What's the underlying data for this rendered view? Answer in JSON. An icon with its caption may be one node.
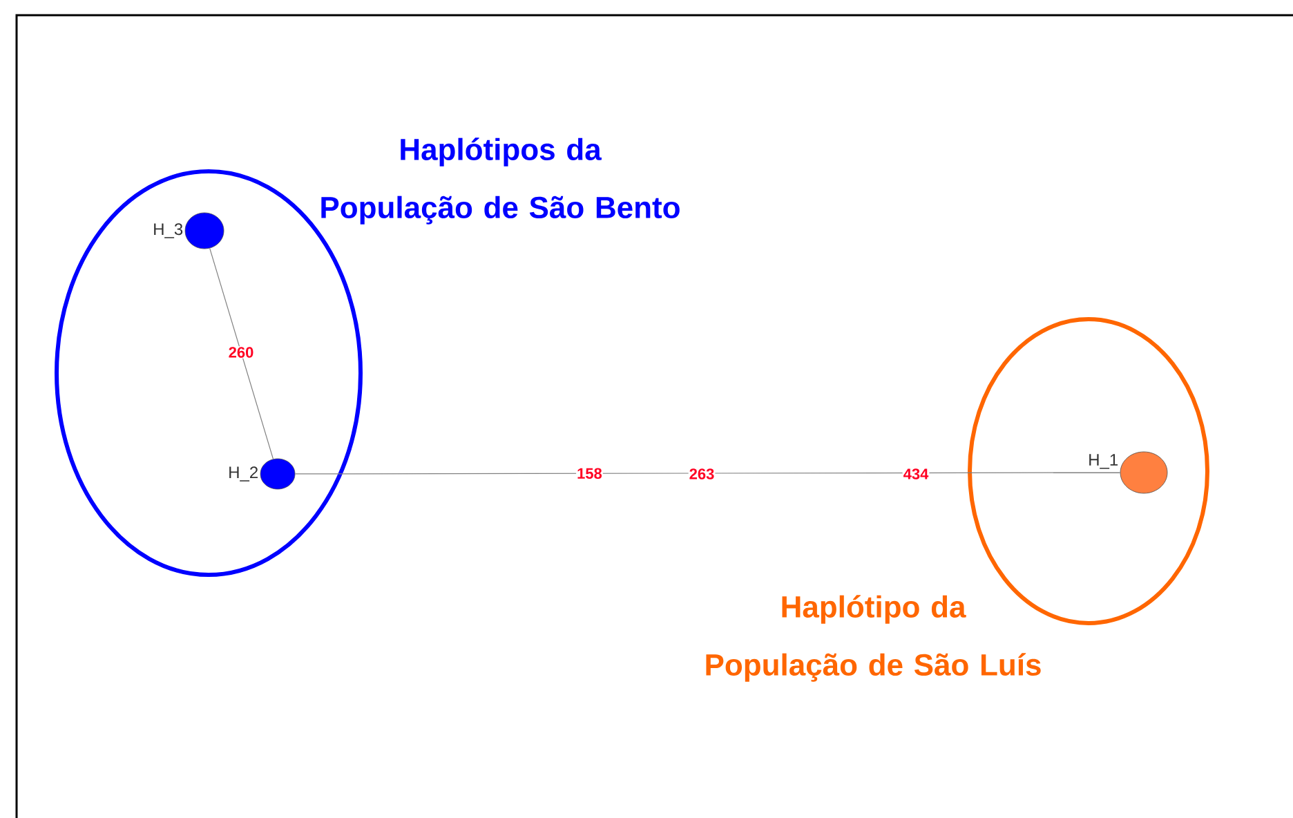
{
  "diagram": {
    "nodes": [
      {
        "text": [
          "Haplótipos da População de São Bento"
        ]
      },
      {
        "text": [
          "H_3"
        ],
        "in": 0
      },
      {
        "text": [
          "H_2"
        ],
        "in": 0
      },
      {
        "text": [
          "Haplótipo da População de São Luís"
        ]
      },
      {
        "text": [
          "H_1"
        ],
        "in": 3
      }
    ],
    "edges": [
      {
        "from": 1,
        "to": 2,
        "arrow": "none",
        "label": "260"
      },
      {
        "from": 2,
        "to": 4,
        "arrow": "none",
        "label": "158"
      }
    ],
    "labels": [
      "263",
      "434"
    ]
  }
}
